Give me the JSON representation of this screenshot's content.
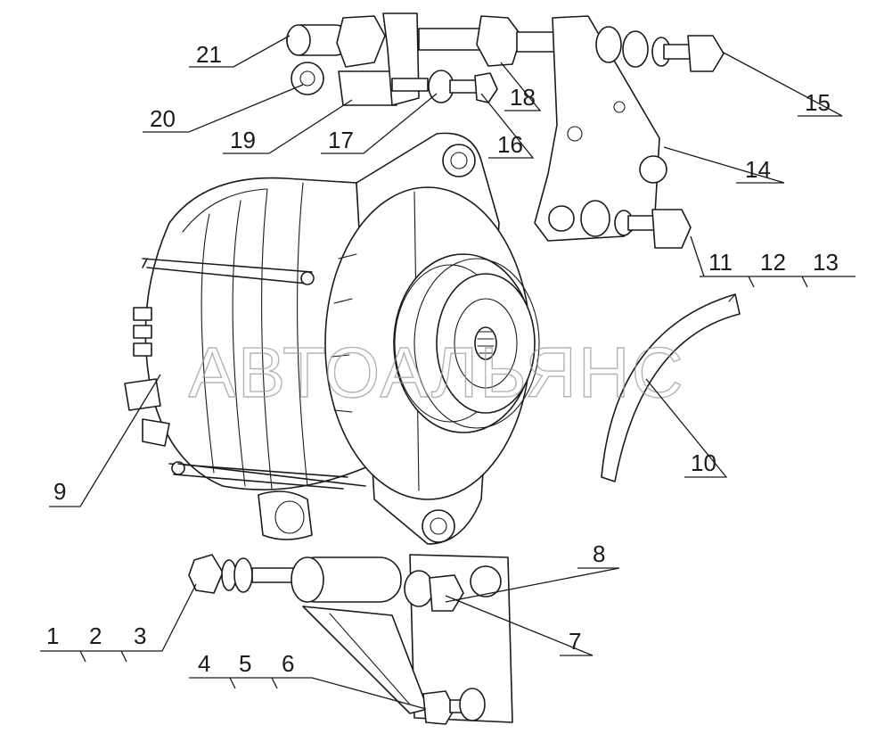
{
  "watermark": "АВТОАЛЬЯНС",
  "callouts": [
    {
      "id": "c21",
      "label": "21"
    },
    {
      "id": "c20",
      "label": "20"
    },
    {
      "id": "c19",
      "label": "19"
    },
    {
      "id": "c17",
      "label": "17"
    },
    {
      "id": "c16",
      "label": "16"
    },
    {
      "id": "c18",
      "label": "18"
    },
    {
      "id": "c15",
      "label": "15"
    },
    {
      "id": "c14",
      "label": "14"
    },
    {
      "id": "c11",
      "label": "11"
    },
    {
      "id": "c12",
      "label": "12"
    },
    {
      "id": "c13",
      "label": "13"
    },
    {
      "id": "c10",
      "label": "10"
    },
    {
      "id": "c9",
      "label": "9"
    },
    {
      "id": "c8",
      "label": "8"
    },
    {
      "id": "c7",
      "label": "7"
    },
    {
      "id": "c1",
      "label": "1"
    },
    {
      "id": "c2",
      "label": "2"
    },
    {
      "id": "c3",
      "label": "3"
    },
    {
      "id": "c4",
      "label": "4"
    },
    {
      "id": "c5",
      "label": "5"
    },
    {
      "id": "c6",
      "label": "6"
    }
  ]
}
